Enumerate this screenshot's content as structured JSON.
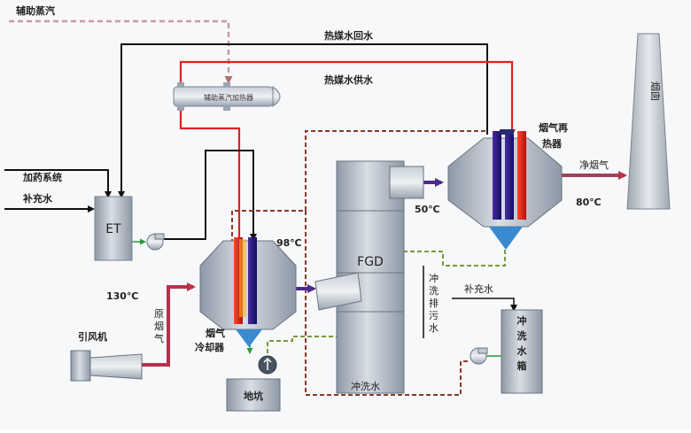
{
  "labels": {
    "aux_steam": "辅助蒸汽",
    "return_water": "热媒水回水",
    "supply_water": "热媒水供水",
    "steam_heater": "辅助蒸汽加热器",
    "dosing": "加药系统",
    "makeup1": "补充水",
    "et": "ET",
    "chimney": "烟囱",
    "reheater_1": "烟气再",
    "reheater_2": "热器",
    "clean_gas": "净烟气",
    "temp_80": "80℃",
    "temp_50": "50℃",
    "fgd": "FGD",
    "temp_98": "98℃",
    "temp_130": "130℃",
    "raw_gas": [
      "原",
      "烟",
      "气"
    ],
    "id_fan": "引风机",
    "cooler_1": "烟气",
    "cooler_2": "冷却器",
    "wash_drain": [
      "冲",
      "洗",
      "排",
      "污",
      "水"
    ],
    "makeup2": "补充水",
    "wash_tank": [
      "冲",
      "洗",
      "水",
      "箱"
    ],
    "wash_water": "冲洗水",
    "sump": "地坑"
  },
  "colors": {
    "hot_water": "#e02020",
    "return_water": "#111111",
    "steam": "#c99a9a",
    "dashed_loop": "#8b3a2a",
    "wash_water_line": "#7a9a3a",
    "flue_gas": "#b8304a",
    "clean_gas": "#a0405a",
    "equipment": "#a9b3c0"
  },
  "icons": {
    "pump": "pump-icon",
    "fan": "fan-icon"
  }
}
